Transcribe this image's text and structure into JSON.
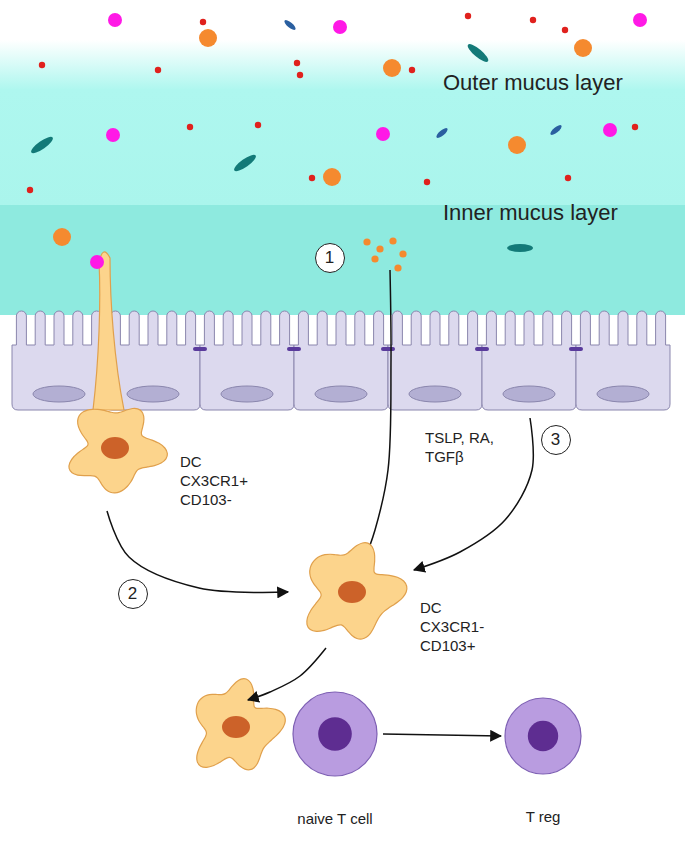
{
  "diagram": {
    "nodes": [
      {
        "text": [
          "Outer mucus layer"
        ]
      },
      {
        "text": [
          "Inner mucus layer"
        ]
      },
      {
        "text": [
          "DC CX3CR1+ CD103-"
        ]
      },
      {
        "text": [
          "DC CX3CR1- CD103+"
        ]
      },
      {
        "text": [
          "naive T cell"
        ]
      },
      {
        "text": [
          "T reg"
        ]
      }
    ],
    "edges": [
      {
        "from": 2,
        "to": 3,
        "arrow": "to"
      },
      {
        "from": 4,
        "to": 5,
        "arrow": "to"
      }
    ],
    "labels": [
      "1",
      "2",
      "3",
      "TSLP, RA, TGFβ"
    ]
  }
}
